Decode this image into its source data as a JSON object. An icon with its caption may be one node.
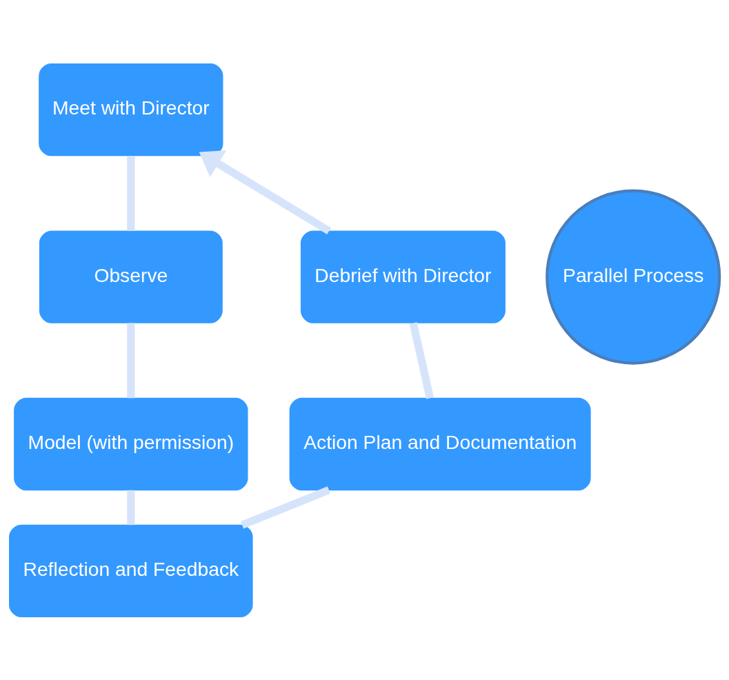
{
  "diagram": {
    "nodes": [
      {
        "text": [
          "Meet with Director"
        ]
      },
      {
        "text": [
          "Observe"
        ]
      },
      {
        "text": [
          "Model (with permission)"
        ]
      },
      {
        "text": [
          "Reflection and Feedback"
        ]
      },
      {
        "text": [
          "Action Plan and Documentation"
        ]
      },
      {
        "text": [
          "Debrief with Director"
        ]
      },
      {
        "text": [
          "Parallel Process"
        ]
      }
    ],
    "edges": [
      {
        "from": 0,
        "to": 1,
        "arrow": "none"
      },
      {
        "from": 1,
        "to": 2,
        "arrow": "none"
      },
      {
        "from": 2,
        "to": 3,
        "arrow": "none"
      },
      {
        "from": 3,
        "to": 4,
        "arrow": "none"
      },
      {
        "from": 4,
        "to": 5,
        "arrow": "none"
      },
      {
        "from": 5,
        "to": 0,
        "arrow": "to"
      }
    ]
  }
}
